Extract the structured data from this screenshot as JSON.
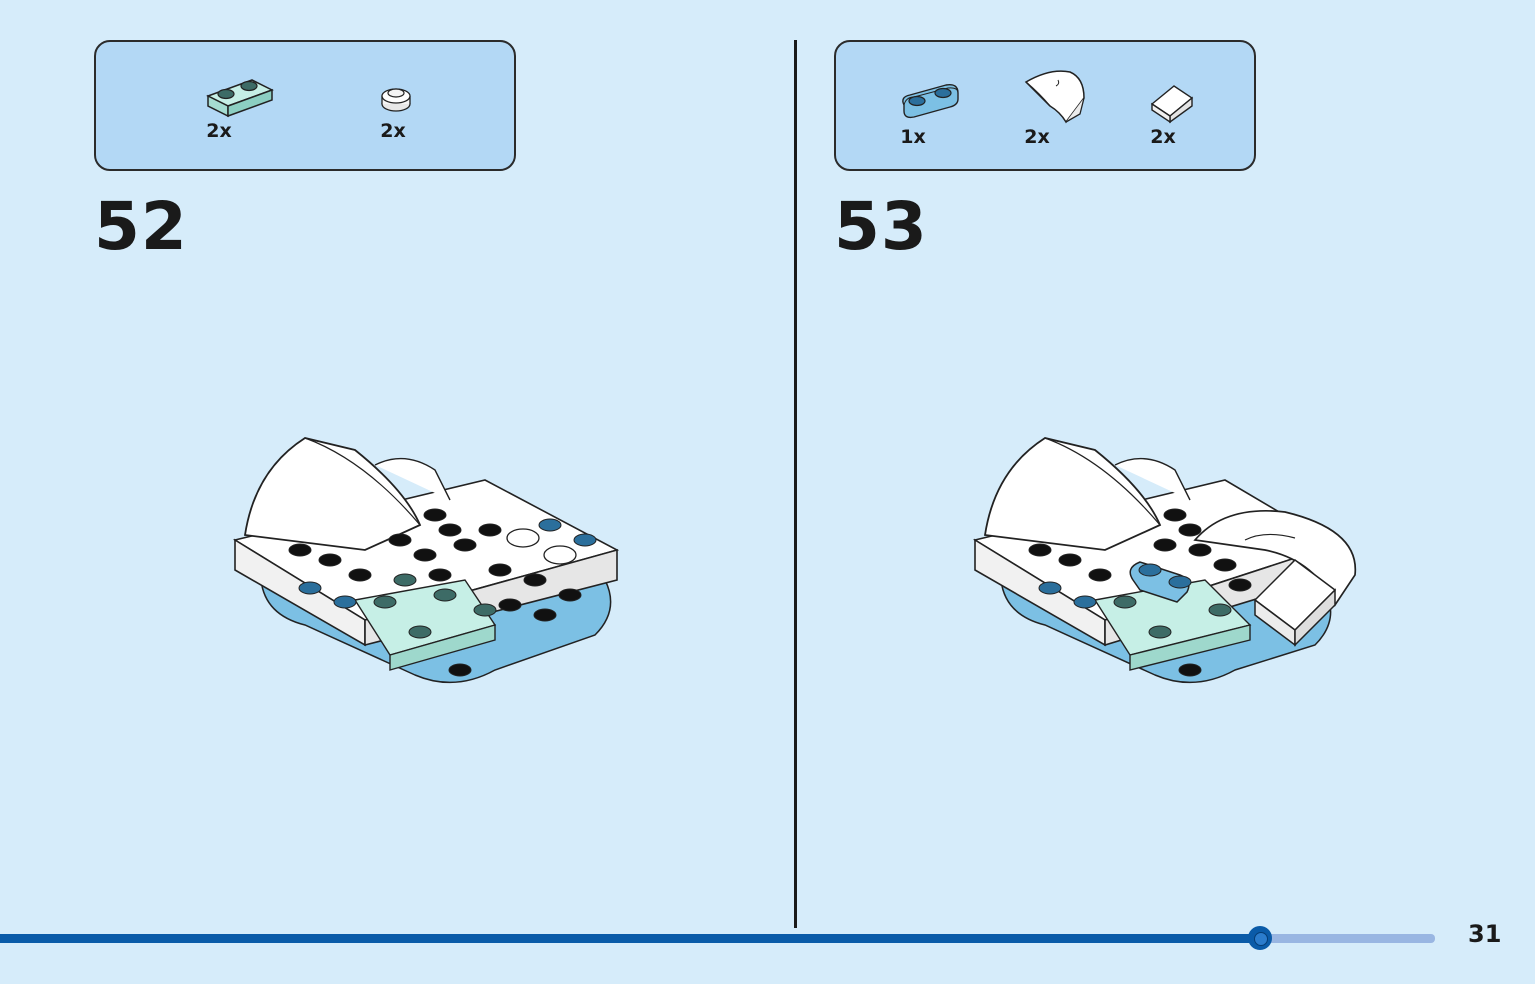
{
  "steps": [
    {
      "number": "52",
      "parts": [
        {
          "icon": "plate-1x2-trans-light-blue-icon",
          "qty": "2x"
        },
        {
          "icon": "round-plate-1x1-white-icon",
          "qty": "2x"
        }
      ]
    },
    {
      "number": "53",
      "parts": [
        {
          "icon": "plate-1x2-rounded-medium-azure-icon",
          "qty": "1x"
        },
        {
          "icon": "curved-slope-white-icon",
          "qty": "2x"
        },
        {
          "icon": "slope-1x1-white-icon",
          "qty": "2x"
        }
      ]
    }
  ],
  "progress": {
    "fraction": 0.878
  },
  "page_number": "31",
  "colors": {
    "background": "#d6ecfa",
    "parts_box": "#b3d8f5",
    "progress_fill": "#0a5ba8",
    "progress_track": "#99b6e2",
    "azure": "#7cc0e4",
    "trans_light_blue": "#bfeae2"
  }
}
